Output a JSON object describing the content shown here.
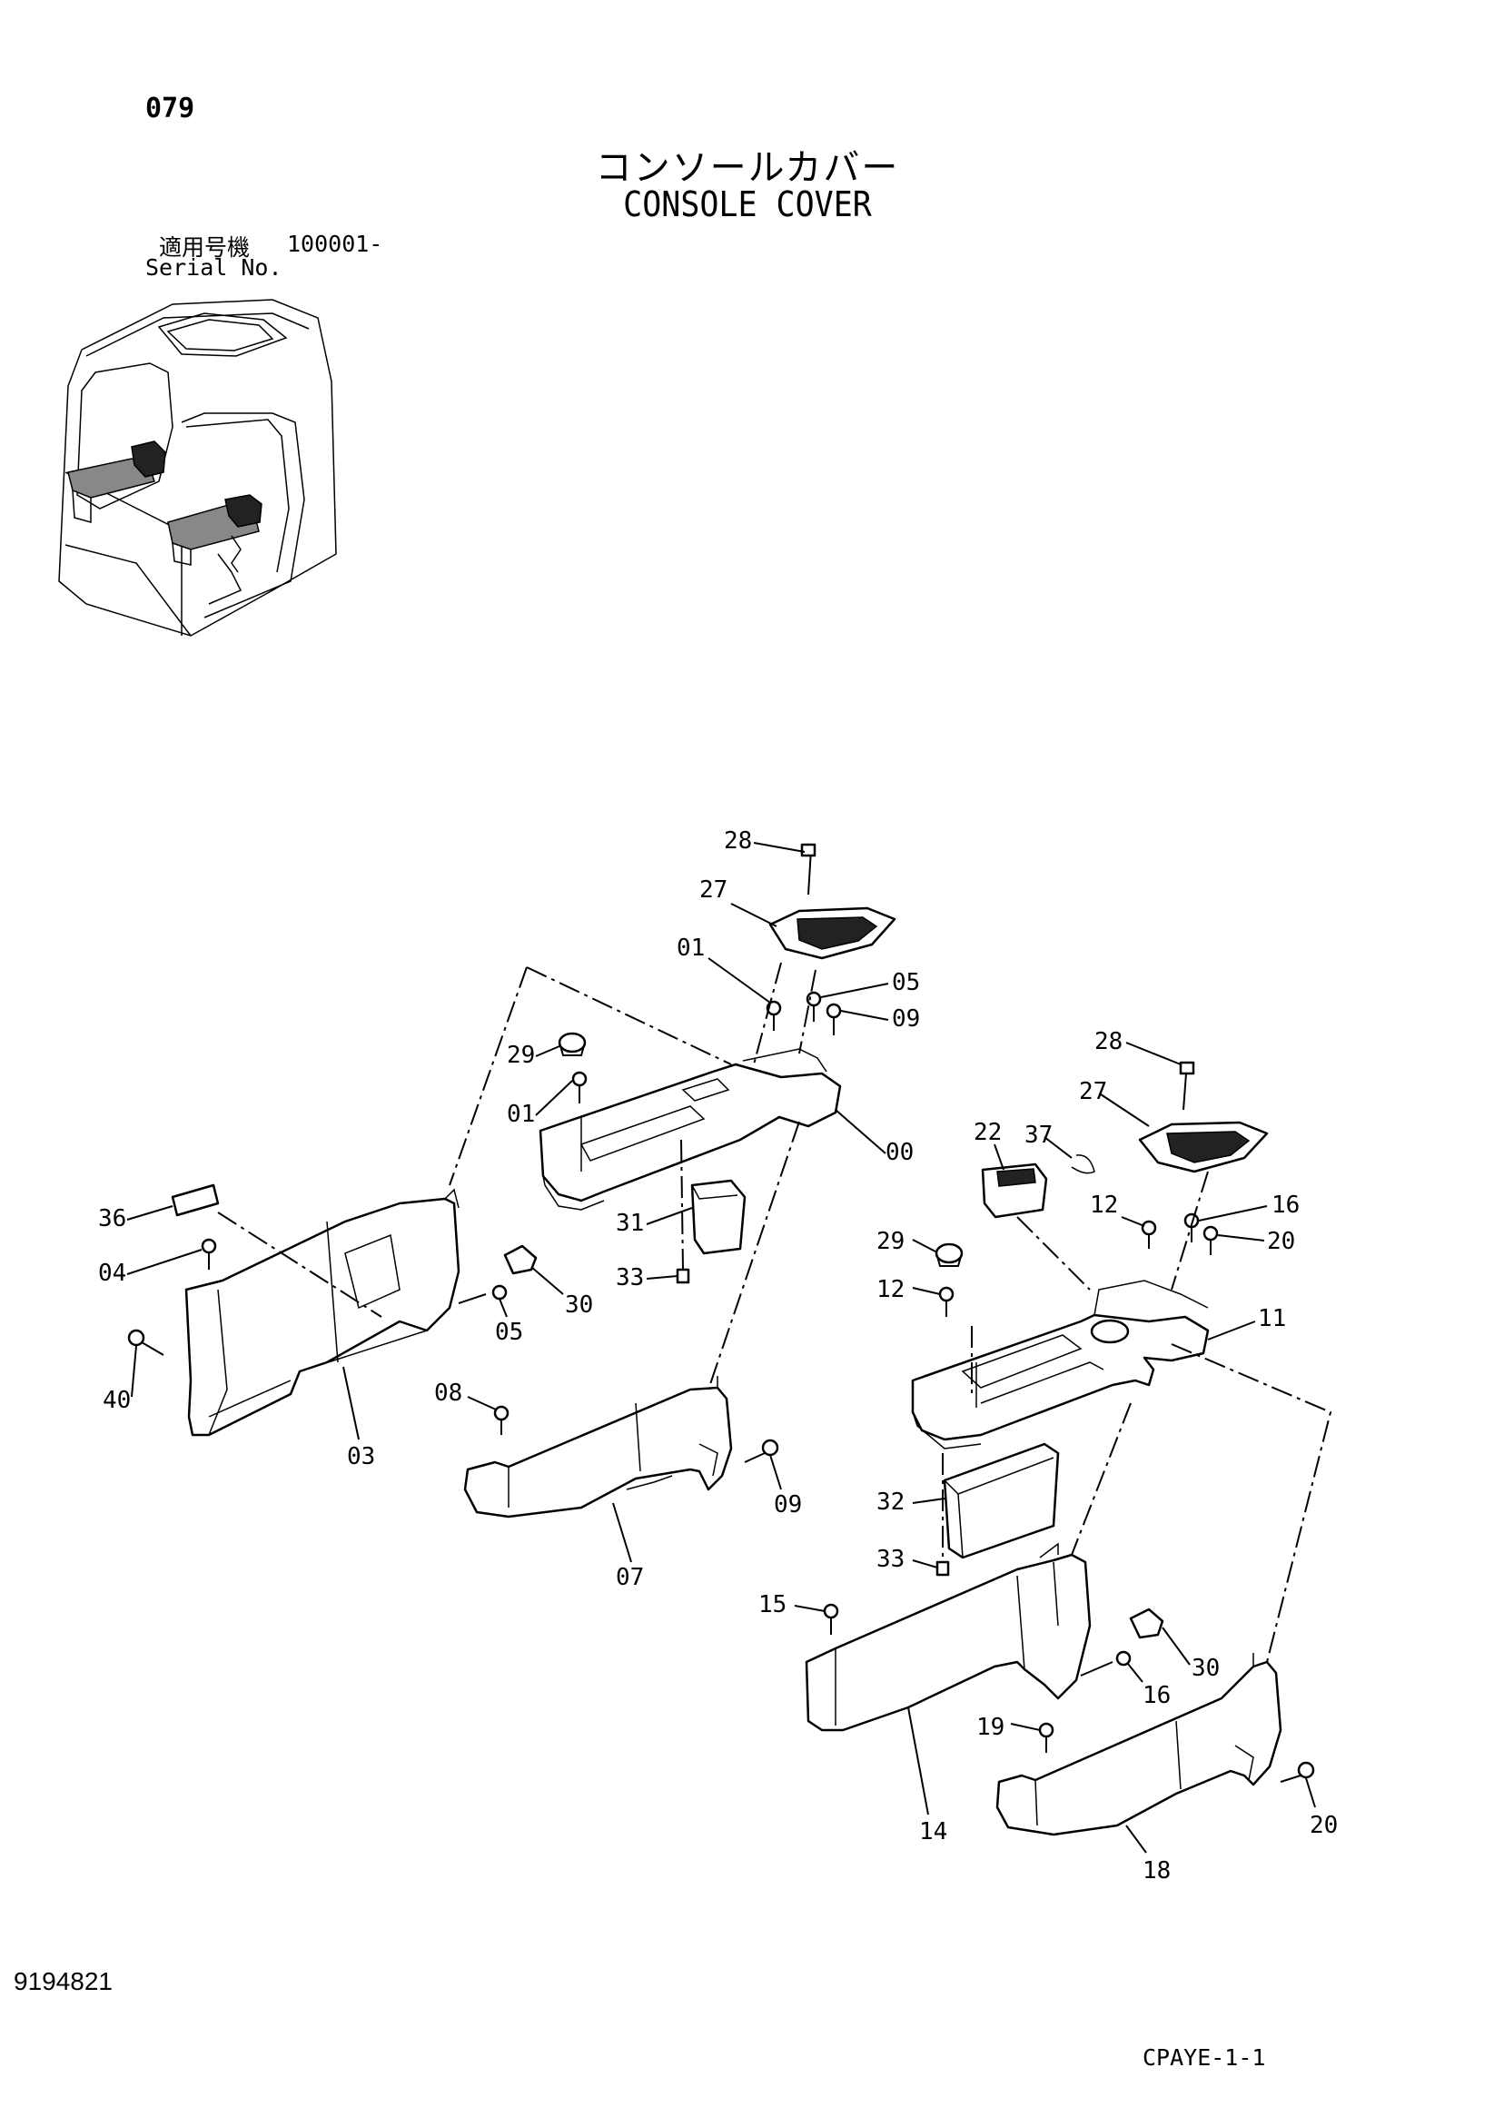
{
  "header": {
    "page_number": "079",
    "title_ja": "コンソールカバー",
    "title_en": "CONSOLE COVER",
    "serial_label_ja": "適用号機",
    "serial_value": "100001-",
    "serial_label_en": "Serial No."
  },
  "footer": {
    "document_number": "9194821",
    "document_code": "CPAYE-1-1"
  },
  "callouts": {
    "c28a": "28",
    "c27a": "27",
    "c01a": "01",
    "c05a": "05",
    "c09a": "09",
    "c29a": "29",
    "c01b": "01",
    "c00": "00",
    "c31": "31",
    "c33a": "33",
    "c36": "36",
    "c04": "04",
    "c40": "40",
    "c30a": "30",
    "c05b": "05",
    "c03": "03",
    "c08": "08",
    "c09b": "09",
    "c07": "07",
    "c28b": "28",
    "c27b": "27",
    "c37": "37",
    "c22": "22",
    "c12a": "12",
    "c16a": "16",
    "c20a": "20",
    "c29b": "29",
    "c12b": "12",
    "c11": "11",
    "c32": "32",
    "c33b": "33",
    "c15": "15",
    "c30b": "30",
    "c16b": "16",
    "c14": "14",
    "c19": "19",
    "c20b": "20",
    "c18": "18"
  }
}
